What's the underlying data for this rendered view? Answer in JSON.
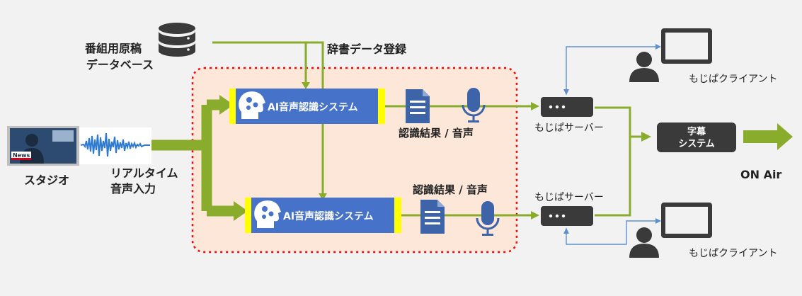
{
  "labels": {
    "program_db_line1": "番組用原稿",
    "program_db_line2": "データベース",
    "dictionary": "辞書データ登録",
    "studio": "スタジオ",
    "news_caption": "News",
    "realtime_line1": "リアルタイム",
    "realtime_line2": "音声入力",
    "ai_system_1": "AI音声認識システム",
    "ai_system_2": "AI音声認識システム",
    "result_1": "認識結果 / 音声",
    "result_2": "認識結果 / 音声",
    "server_1": "もじぱサーバー",
    "server_2": "もじぱサーバー",
    "client_1": "もじぱクライアント",
    "client_2": "もじぱクライアント",
    "subtitle_line1": "字幕",
    "subtitle_line2": "システム",
    "on_air": "ON Air"
  },
  "colors": {
    "background": "#f2f2f2",
    "arrow_green": "#8aac2c",
    "ai_box_blue": "#4673c9",
    "ai_box_edge": "#ffff00",
    "highlight_region_fill": "#fce7d9",
    "highlight_region_border": "#ff0000",
    "client_link_blue": "#5b8fcf",
    "dark_icon": "#3a3a3a",
    "doc_mic_blue": "#3d63a8"
  },
  "icons": [
    "database-icon",
    "news-studio-icon",
    "waveform-icon",
    "brain-gear-icon",
    "document-icon",
    "microphone-icon",
    "server-icon",
    "tablet-icon",
    "user-icon"
  ]
}
